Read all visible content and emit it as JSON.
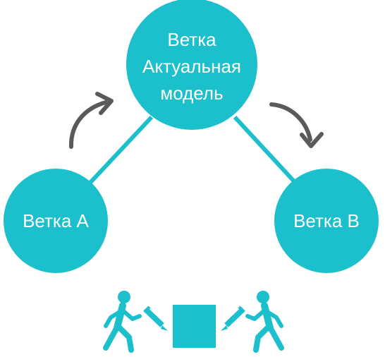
{
  "colors": {
    "node": "#1cbfcc",
    "connector": "#1cbfcc",
    "arrow": "#5a5a5a",
    "label": "#ffffff"
  },
  "nodes": {
    "top": {
      "lines": [
        "Ветка",
        "Актуальная",
        "модель"
      ]
    },
    "left": {
      "label": "Ветка А"
    },
    "right": {
      "label": "Ветка В"
    }
  },
  "icons": [
    "person-walking-icon",
    "pencil-icon",
    "square-block-icon",
    "pencil-icon",
    "person-walking-icon"
  ]
}
